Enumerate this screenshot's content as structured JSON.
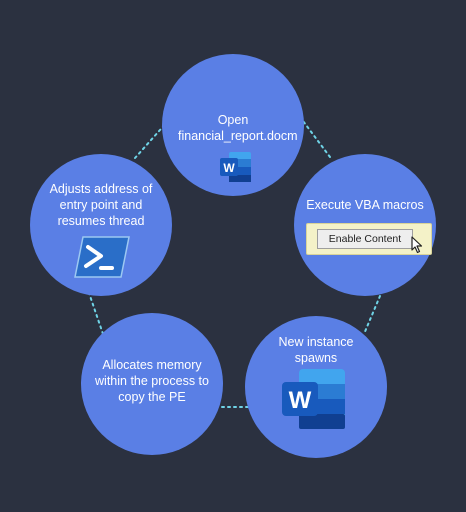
{
  "colors": {
    "background": "#2b3140",
    "node_fill": "#5a7fe5",
    "connector": "#6fd3e6",
    "word_blue": "#185abd",
    "powershell_blue": "#2a6ec8"
  },
  "nodes": [
    {
      "label": "Open\nfinancial_report.docm",
      "icon": "word-icon"
    },
    {
      "label": "Execute VBA macros",
      "button_label": "Enable Content",
      "icon": "cursor-icon"
    },
    {
      "label": "New instance spawns",
      "icon": "word-icon"
    },
    {
      "label": "Allocates memory within the process to copy the PE"
    },
    {
      "label": "Adjusts address of entry point and resumes thread",
      "icon": "powershell-icon"
    }
  ],
  "icon_letters": {
    "word": "W"
  }
}
